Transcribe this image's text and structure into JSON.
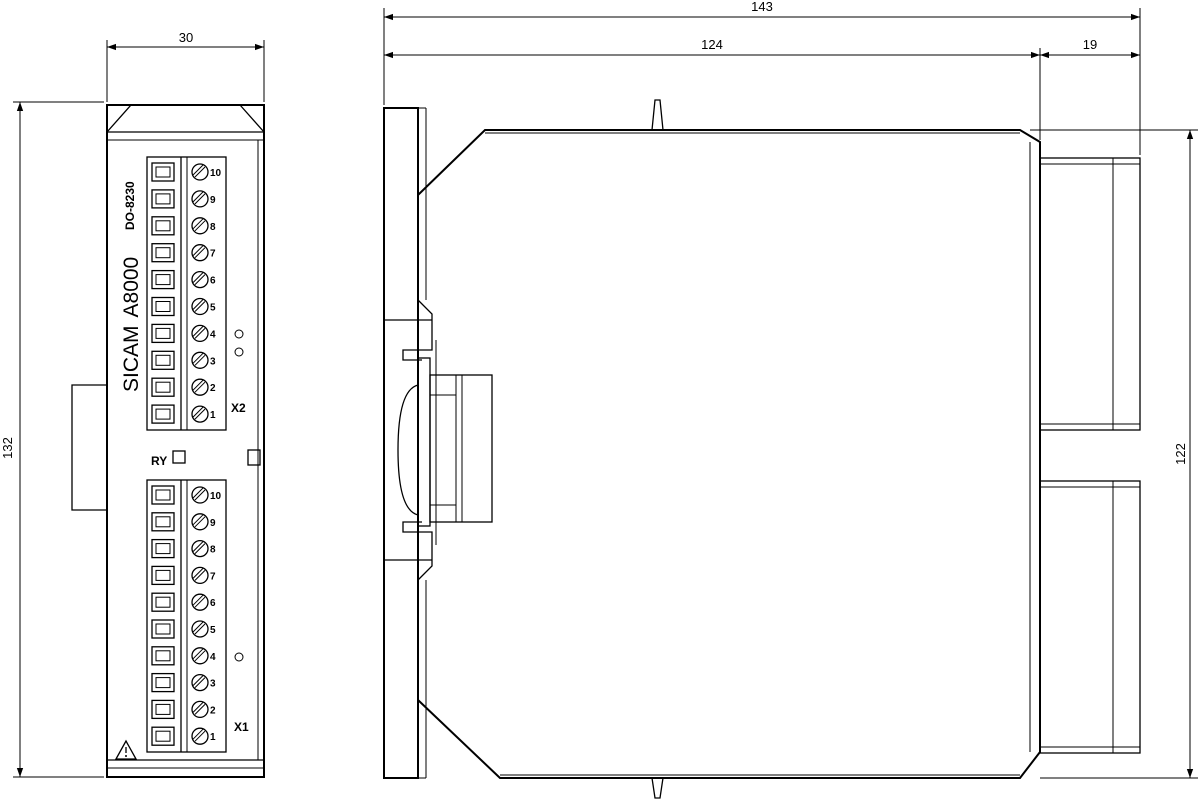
{
  "dimensions": {
    "front_width": "30",
    "front_height": "132",
    "side_total_width": "143",
    "side_body_width": "124",
    "side_terminal_depth": "19",
    "side_height": "122"
  },
  "labels": {
    "brand": "SICAM",
    "series": "A8000",
    "model": "DO-8230",
    "connector_top": "X2",
    "connector_bottom": "X1",
    "ry_label": "RY"
  },
  "terminal_numbers": [
    "10",
    "9",
    "8",
    "7",
    "6",
    "5",
    "4",
    "3",
    "2",
    "1"
  ],
  "icons": {
    "warning": "warning-triangle-icon"
  }
}
